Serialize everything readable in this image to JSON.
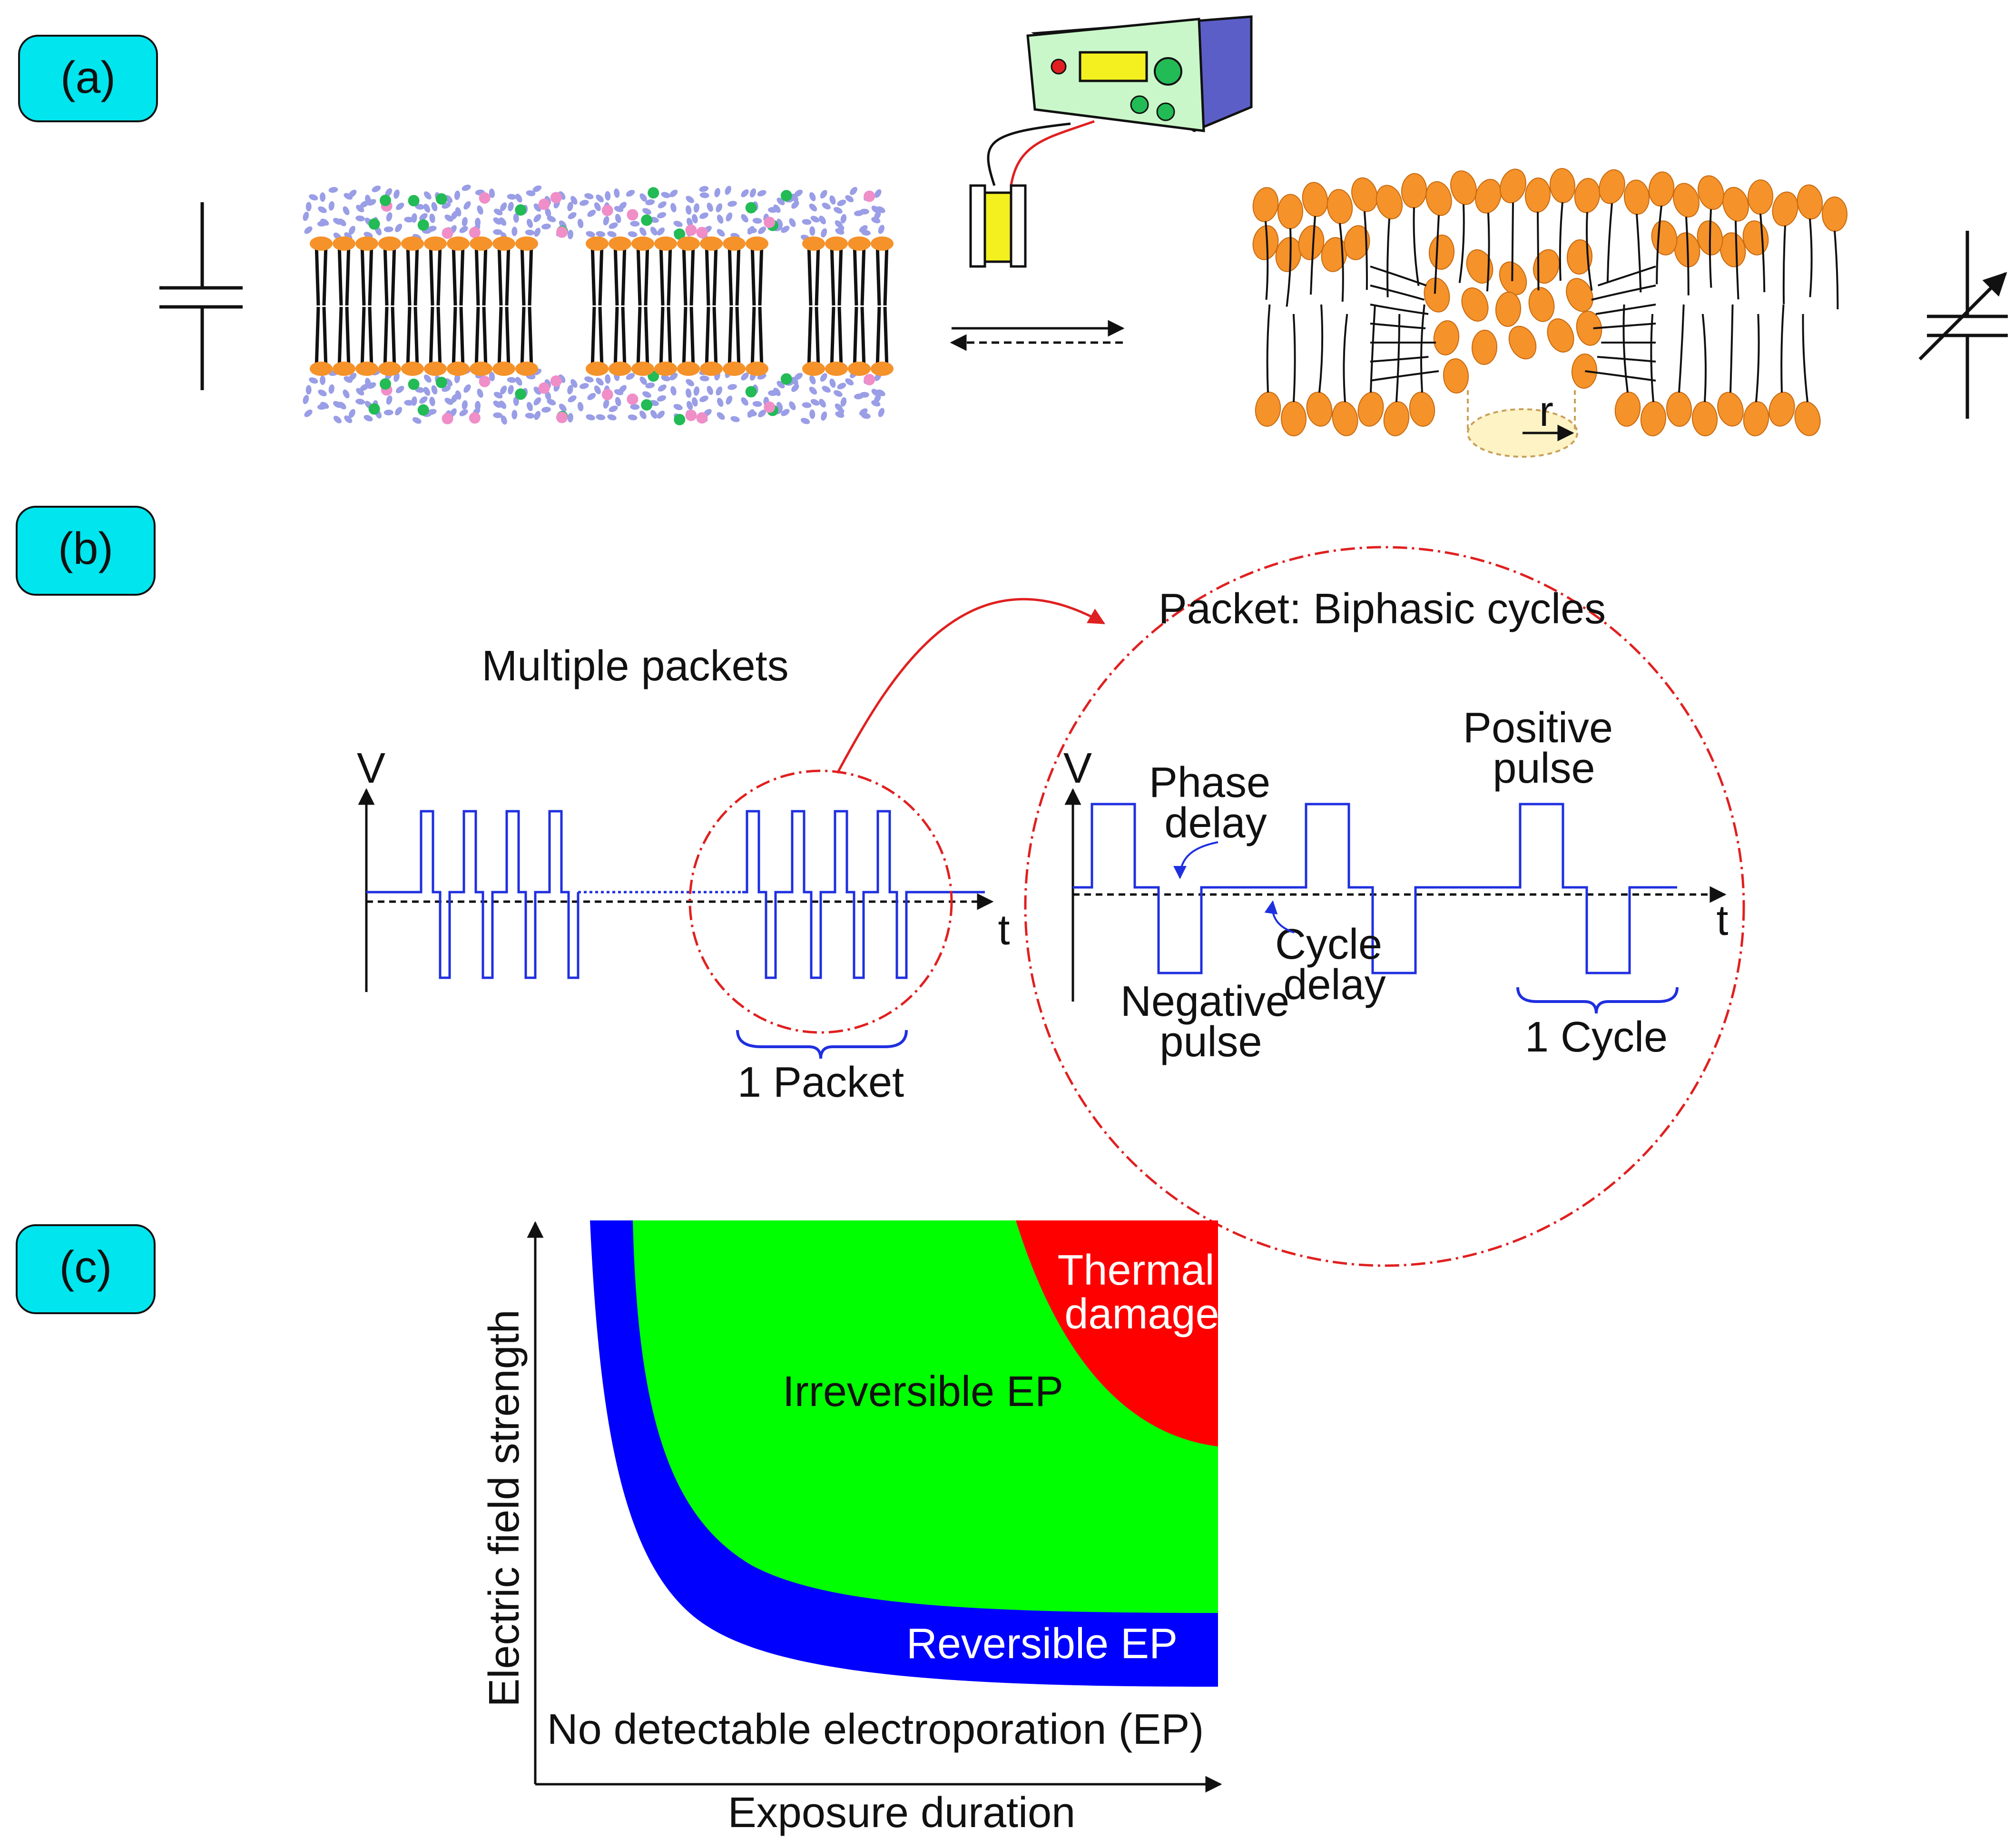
{
  "panels": {
    "a": {
      "tag": "(a)",
      "pore_radius": "r"
    },
    "b": {
      "tag": "(b)",
      "multiple_packets": "Multiple packets",
      "packet_title": "Packet: Biphasic cycles",
      "v_axis": "V",
      "t_axis": "t",
      "one_packet": "1 Packet",
      "phase_delay": [
        "Phase",
        "delay"
      ],
      "positive_pulse": [
        "Positive",
        "pulse"
      ],
      "negative_pulse": [
        "Negative",
        "pulse"
      ],
      "cycle_delay": [
        "Cycle",
        "delay"
      ],
      "one_cycle": "1 Cycle"
    },
    "c": {
      "tag": "(c)",
      "y_axis": "Electric field strength",
      "x_axis": "Exposure duration",
      "regions": {
        "thermal": [
          "Thermal",
          "damage"
        ],
        "irreversible": "Irreversible EP",
        "reversible": "Reversible EP",
        "none": "No detectable electroporation (EP)"
      }
    }
  },
  "colors": {
    "tag_fill": "#00e5ee",
    "lipid_head": "#f5922a",
    "protein": "#9a9ee6",
    "green_dot": "#22bb55",
    "pink_dot": "#f08ec8",
    "waveform": "#1f2fe0",
    "zoom_circle": "#e02020",
    "region_thermal": "#ff0000",
    "region_irreversible": "#00ff00",
    "region_reversible": "#0000ff",
    "device_body": "#5c5ec8",
    "device_face": "#c9f7c9",
    "device_screen": "#f4f020",
    "cuvette": "#f4f020"
  }
}
